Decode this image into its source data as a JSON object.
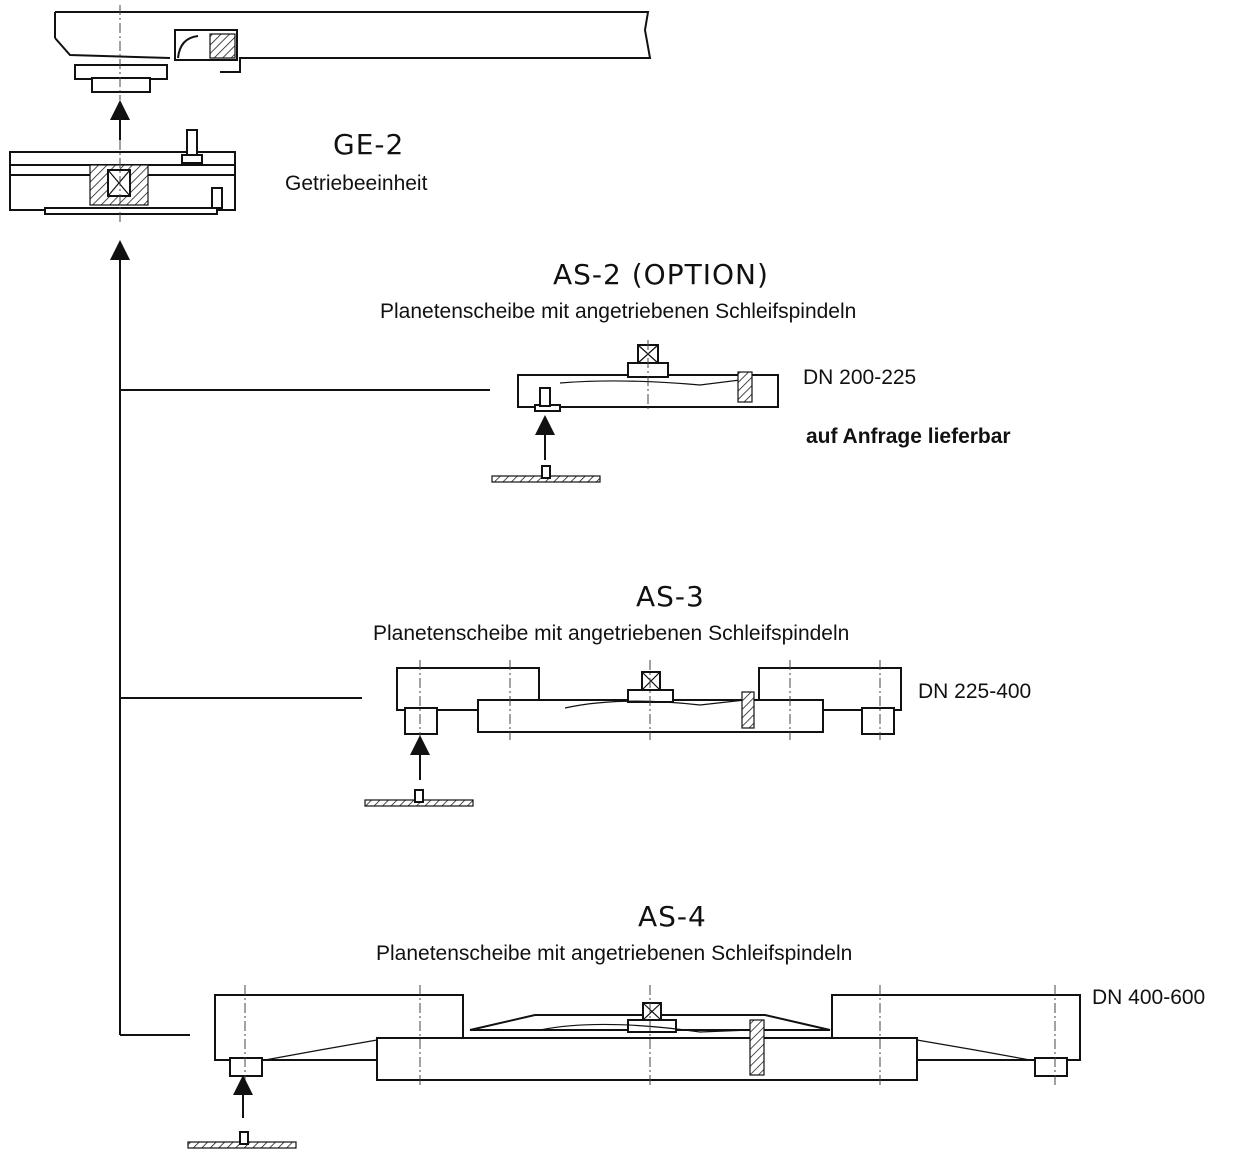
{
  "units": [
    {
      "id": "ge2",
      "title": "GE-2",
      "subtitle": "Getriebeeinheit",
      "size": "",
      "note": ""
    },
    {
      "id": "as2",
      "title": "AS-2 (OPTION)",
      "subtitle": "Planetenscheibe mit angetriebenen Schleifspindeln",
      "size": "DN 200-225",
      "note": "auf Anfrage lieferbar"
    },
    {
      "id": "as3",
      "title": "AS-3",
      "subtitle": "Planetenscheibe mit angetriebenen Schleifspindeln",
      "size": "DN 225-400",
      "note": ""
    },
    {
      "id": "as4",
      "title": "AS-4",
      "subtitle": "Planetenscheibe mit angetriebenen Schleifspindeln",
      "size": "DN 400-600",
      "note": ""
    }
  ]
}
